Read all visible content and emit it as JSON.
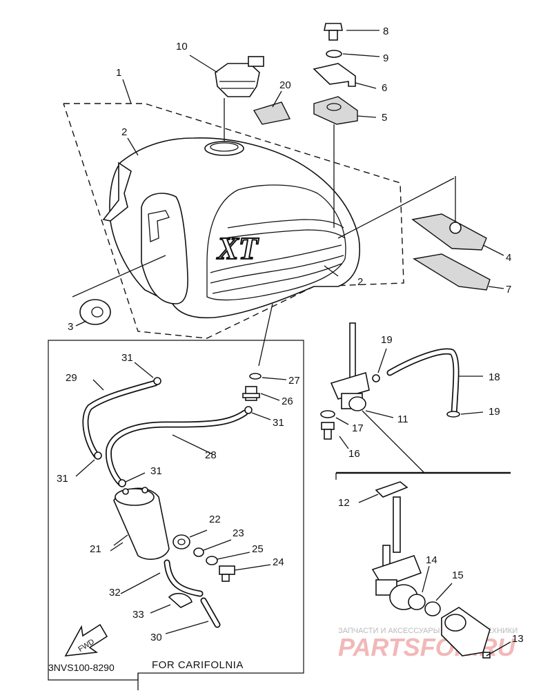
{
  "diagram": {
    "drawing_code": "3NVS100-8290",
    "california_box_caption": "FOR CARIFOLNIA",
    "fwd_label": "FWD",
    "tank_logo": "XT",
    "callouts": [
      "1",
      "2",
      "2",
      "3",
      "4",
      "5",
      "6",
      "7",
      "8",
      "9",
      "10",
      "11",
      "12",
      "13",
      "14",
      "15",
      "16",
      "17",
      "18",
      "19",
      "19",
      "20",
      "21",
      "22",
      "23",
      "24",
      "25",
      "26",
      "27",
      "28",
      "29",
      "30",
      "31",
      "31",
      "31",
      "31",
      "32",
      "33"
    ]
  },
  "watermark": {
    "line1": "ЗАПЧАСТИ И АКСЕССУАРЫ ДЛЯ МОТОТЕХНИКИ",
    "line2": "PARTSFOR.RU"
  }
}
